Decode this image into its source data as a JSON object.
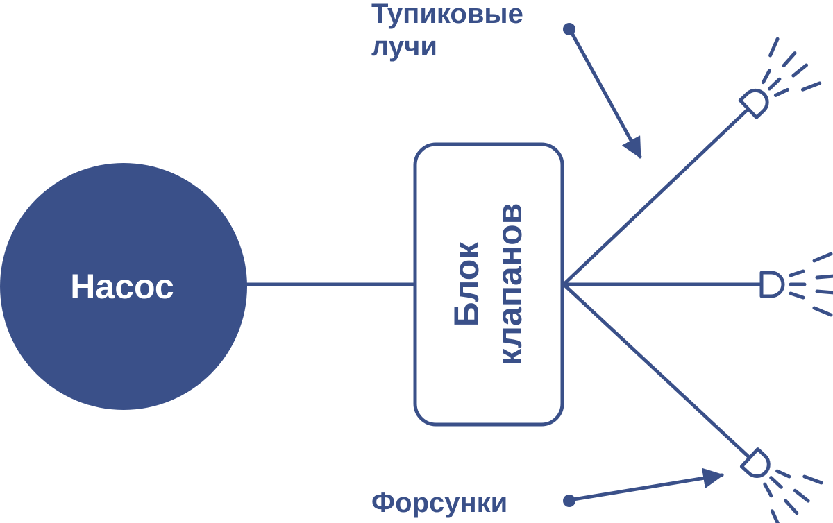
{
  "diagram": {
    "pump": {
      "label": "Насос"
    },
    "valve_block": {
      "label_line1": "Блок",
      "label_line2": "клапанов"
    },
    "callouts": {
      "dead_end_rays_line1": "Тупиковые",
      "dead_end_rays_line2": "лучи",
      "nozzles": "Форсунки"
    },
    "icons": {
      "nozzle": "nozzle-spray-icon",
      "callout_dot": "dot-marker-icon",
      "arrow": "arrow-head-icon"
    }
  },
  "colors": {
    "primary": "#3a5089",
    "background": "#ffffff",
    "pump_text": "#ffffff"
  }
}
